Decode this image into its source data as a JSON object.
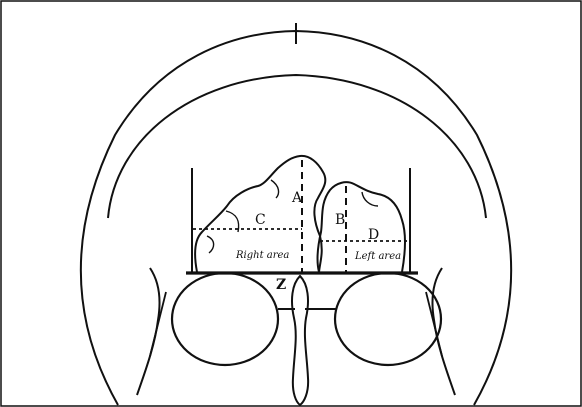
{
  "labels": {
    "a": "A",
    "b": "B",
    "c": "C",
    "d": "D",
    "z": "Z",
    "right_area": "Right area",
    "left_area": "Left area"
  },
  "colors": {
    "stroke": "#111111",
    "background": "#ffffff"
  }
}
